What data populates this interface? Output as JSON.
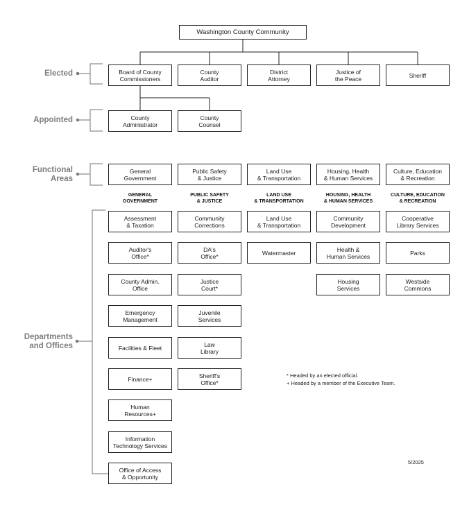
{
  "org": {
    "root": "Washington County Community",
    "sections": [
      {
        "id": "elected",
        "label": "Elected",
        "boxes": [
          "Board of County\nCommissioners",
          "County\nAuditor",
          "District\nAttorney",
          "Justice of\nthe Peace",
          "Sheriff"
        ]
      },
      {
        "id": "appointed",
        "label": "Appointed",
        "boxes": [
          "County\nAdministrator",
          "County\nCounsel"
        ]
      },
      {
        "id": "functional-areas",
        "label": "Functional\nAreas",
        "boxes": [
          "General\nGovernment",
          "Public Safety\n& Justice",
          "Land Use\n& Transportation",
          "Housing, Health\n& Human Services",
          "Culture, Education\n& Recreation"
        ]
      },
      {
        "id": "departments",
        "label": "Departments\nand Offices",
        "column_headers": [
          "GENERAL\nGOVERNMENT",
          "PUBLIC SAFETY\n& JUSTICE",
          "LAND USE\n& TRANSPORTATION",
          "HOUSING, HEALTH\n& HUMAN SERVICES",
          "CULTURE, EDUCATION\n& RECREATION"
        ],
        "columns": [
          [
            "Assessment\n& Taxation",
            "Auditor's\nOffice*",
            "County Admin.\nOffice",
            "Emergency\nManagement",
            "Facilities & Fleet",
            "Finance+",
            "Human\nResources+",
            "Information\nTechnology Services",
            "Office of Access\n& Opportunity"
          ],
          [
            "Community\nCorrections",
            "DA's\nOffice*",
            "Justice\nCourt*",
            "Juvenile\nServices",
            "Law\nLibrary",
            "Sheriff's\nOffice*"
          ],
          [
            "Land Use\n& Transportation",
            "Watermaster"
          ],
          [
            "Community\nDevelopment",
            "Health &\nHuman Services",
            "Housing\nServices"
          ],
          [
            "Cooperative\nLibrary Services",
            "Parks",
            "Westside\nCommons"
          ]
        ]
      }
    ],
    "footnotes": [
      "* Headed by an elected official.",
      "+ Headed by a member of the Executive Team."
    ],
    "date": "5/2025"
  },
  "colors": {
    "line": "#1f1f1f",
    "bracket": "#8c8c8c",
    "label_gray": "#7d7d7d",
    "box_border": "#1f1f1f",
    "background": "#ffffff"
  }
}
